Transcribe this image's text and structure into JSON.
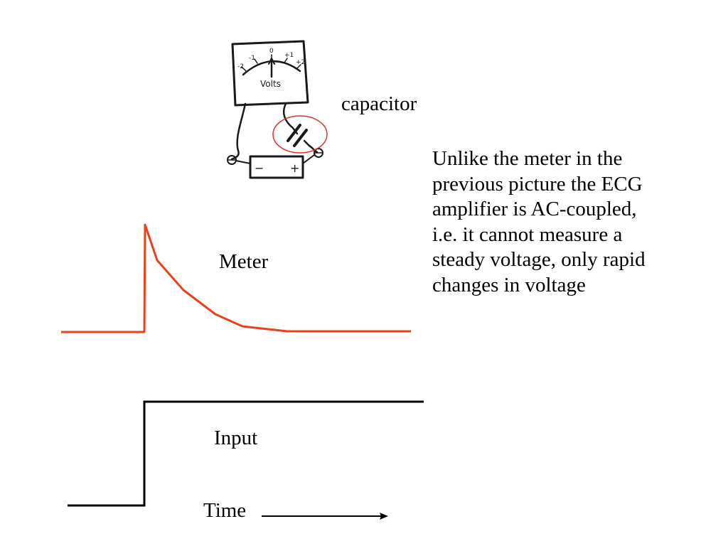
{
  "labels": {
    "capacitor": "capacitor",
    "meter": "Meter",
    "input": "Input",
    "time": "Time"
  },
  "description_lines": [
    "Unlike the meter in the",
    "previous picture the ECG",
    "amplifier is AC-coupled,",
    "i.e. it cannot measure a",
    "steady voltage, only rapid",
    "changes in voltage"
  ],
  "sketch": {
    "dial_text": "Volts",
    "scale_marks": [
      "-2",
      "-1",
      "0",
      "+1",
      "+2"
    ],
    "battery_minus": "−",
    "battery_plus": "+"
  },
  "colors": {
    "meter_trace": "#e8411e",
    "input_trace": "#000000",
    "highlight_circle": "#d9352a"
  }
}
